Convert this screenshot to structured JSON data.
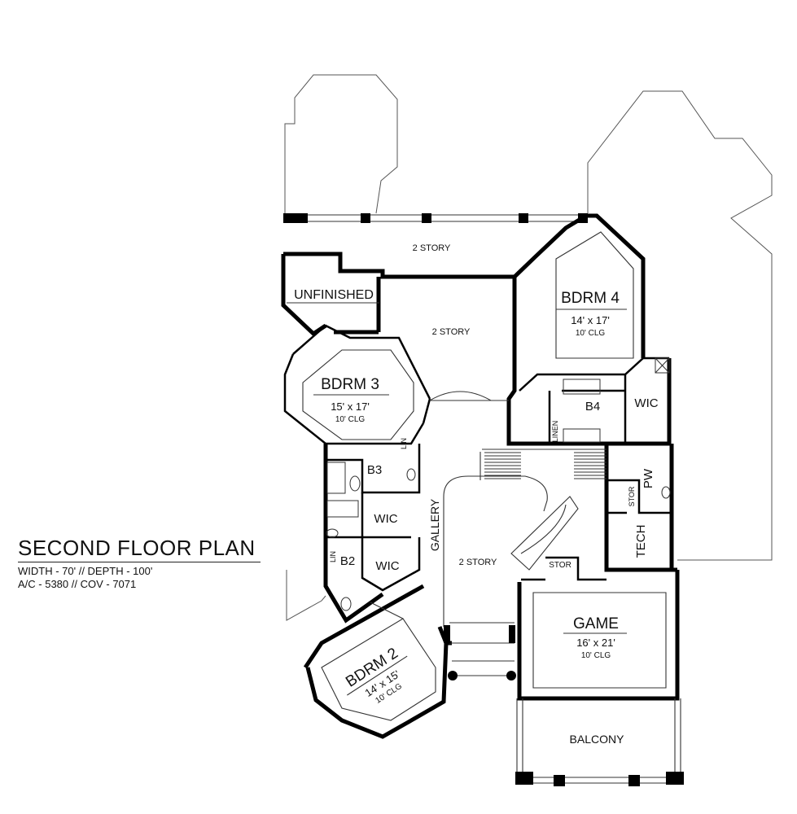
{
  "title_block": {
    "title": "SECOND FLOOR PLAN",
    "dimensions": "WIDTH - 70' // DEPTH - 100'",
    "areas": "A/C - 5380 // COV - 7071"
  },
  "rooms": {
    "two_story_top": "2 STORY",
    "two_story_foyer": "2 STORY",
    "two_story_gallery": "2 STORY",
    "unfinished": "UNFINISHED",
    "bdrm4": {
      "name": "BDRM 4",
      "size": "14' x 17'",
      "ceiling": "10' CLG"
    },
    "bdrm3": {
      "name": "BDRM 3",
      "size": "15' x 17'",
      "ceiling": "10' CLG"
    },
    "bdrm2": {
      "name": "BDRM 2",
      "size": "14' x 15'",
      "ceiling": "10' CLG"
    },
    "game": {
      "name": "GAME",
      "size": "16' x 21'",
      "ceiling": "10' CLG"
    },
    "b4": "B4",
    "wic4": "WIC",
    "linen": "LINEN",
    "lin3": "LIN",
    "b3": "B3",
    "wic3": "WIC",
    "lin2": "LIN",
    "b2": "B2",
    "wic2": "WIC",
    "gallery": "GALLERY",
    "pw": "PW",
    "stor_pw": "STOR",
    "tech": "TECH",
    "stor_stair": "STOR",
    "balcony": "BALCONY"
  }
}
